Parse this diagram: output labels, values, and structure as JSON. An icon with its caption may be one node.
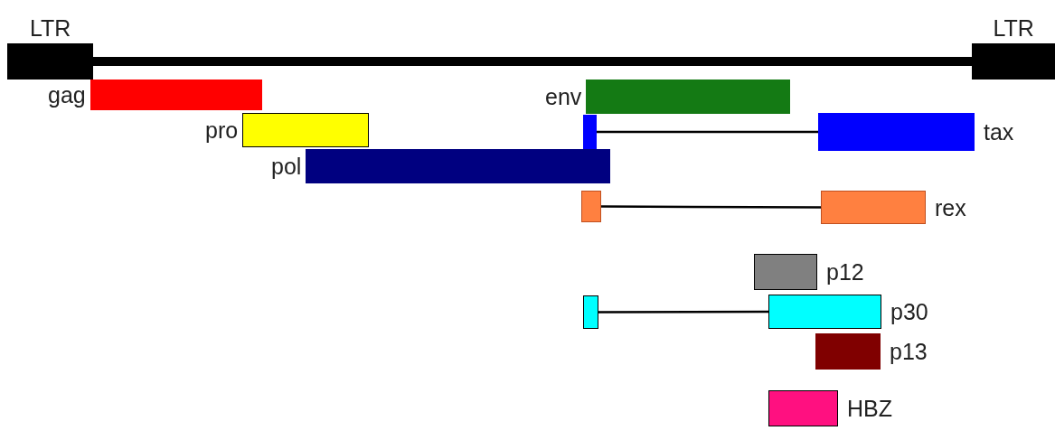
{
  "diagram": {
    "nodes": [
      {
        "text": [
          "LTR"
        ]
      },
      {
        "text": [
          "LTR"
        ]
      },
      {
        "text": [
          "gag"
        ]
      },
      {
        "text": [
          "env"
        ]
      },
      {
        "text": [
          "pro"
        ]
      },
      {
        "text": [],
        "shape": "bar"
      },
      {
        "text": [
          "tax"
        ]
      },
      {
        "text": [
          "pol"
        ]
      },
      {
        "text": [],
        "shape": "bar"
      },
      {
        "text": [
          "rex"
        ]
      },
      {
        "text": [
          "p12"
        ]
      },
      {
        "text": [],
        "shape": "bar"
      },
      {
        "text": [
          "p30"
        ]
      },
      {
        "text": [
          "p13"
        ]
      },
      {
        "text": [
          "HBZ"
        ]
      }
    ],
    "edges": [
      {
        "from": 0,
        "to": 1,
        "arrow": "none",
        "style": "thick"
      },
      {
        "from": 5,
        "to": 6,
        "arrow": "none"
      },
      {
        "from": 8,
        "to": 9,
        "arrow": "none"
      },
      {
        "from": 11,
        "to": 12,
        "arrow": "none"
      }
    ]
  }
}
